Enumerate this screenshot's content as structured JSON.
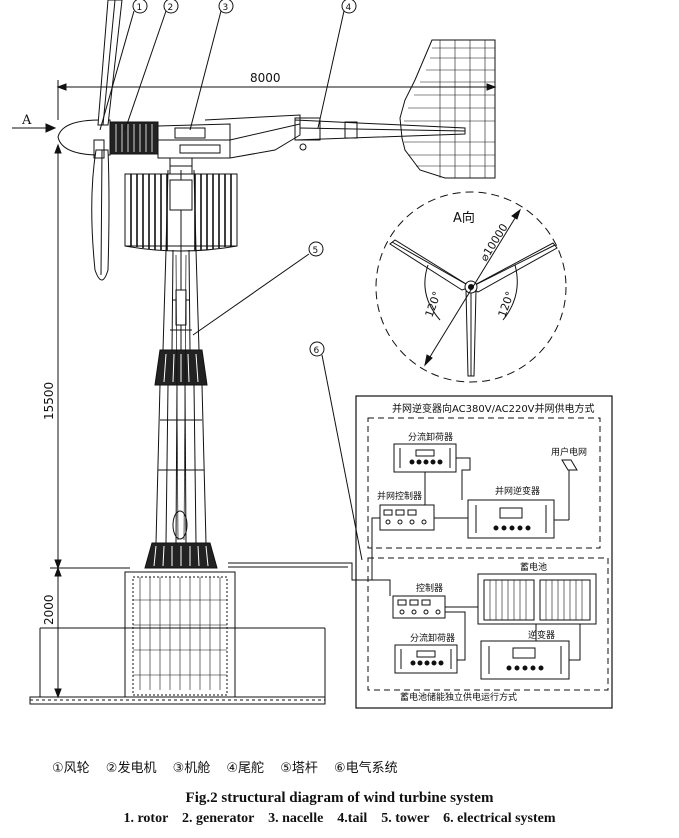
{
  "callouts": [
    "1",
    "2",
    "3",
    "4",
    "5",
    "6"
  ],
  "dimensions": {
    "length": "8000",
    "tower_height": "15500",
    "foundation_height": "2000",
    "rotor_diameter": "⌀10000",
    "angle_1": "120°",
    "angle_2": "120°"
  },
  "view_arrow_label": "A",
  "view_label": "A向",
  "electrical": {
    "grid_title": "并网逆变器向AC380V/AC220V并网供电方式",
    "grid_shunt_unloader": "分流卸荷器",
    "grid_controller": "并网控制器",
    "grid_inverter": "并网逆变器",
    "user_grid": "用户电网",
    "off_controller": "控制器",
    "battery": "蓄电池",
    "off_shunt_unloader": "分流卸荷器",
    "off_inverter": "逆变器",
    "off_title": "蓄电池储能独立供电运行方式"
  },
  "legend_cn": [
    "①风轮",
    "②发电机",
    "③机舱",
    "④尾舵",
    "⑤塔杆",
    "⑥电气系统"
  ],
  "caption": "Fig.2 structural diagram of wind turbine system",
  "legend_en": "1. rotor    2. generator    3. nacelle    4.tail    5. tower    6. electrical system"
}
